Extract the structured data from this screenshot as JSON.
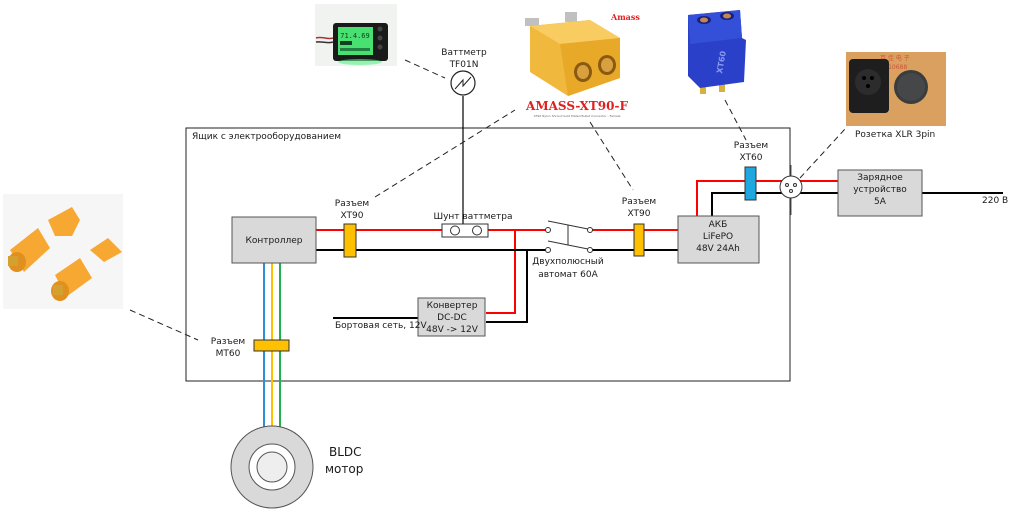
{
  "diagram": {
    "enclosure_label": "Ящик с электрооборудованием",
    "components": {
      "controller": {
        "label": "Контроллер"
      },
      "xt90_left": {
        "line1": "Разъем",
        "line2": "XT90"
      },
      "shunt": {
        "label": "Шунт  ваттметра"
      },
      "wattmeter": {
        "line1": "Ваттметр",
        "line2": "TF01N"
      },
      "breaker": {
        "line1": "Двухполюсный",
        "line2": "автомат 60А"
      },
      "xt90_right": {
        "line1": "Разъем",
        "line2": "XT90"
      },
      "battery": {
        "line1": "АКБ",
        "line2": "LiFePO",
        "line3": "48V 24Ah"
      },
      "xt60": {
        "line1": "Разъем",
        "line2": "XT60"
      },
      "xlr": {
        "label": "Розетка XLR 3pin"
      },
      "charger": {
        "line1": "Зарядное",
        "line2": "устройство",
        "line3": "5А"
      },
      "mains": {
        "label": "220 В"
      },
      "converter": {
        "line1": "Конвертер",
        "line2": "DC-DC",
        "line3": "48V -> 12V"
      },
      "onboard": {
        "label": "Бортовая сеть, 12V"
      },
      "mt60": {
        "line1": "Разъем",
        "line2": "MT60"
      },
      "motor": {
        "line1": "BLDC",
        "line2": "мотор"
      }
    },
    "photos": {
      "wattmeter_photo": {
        "display": "71.4.69"
      },
      "xt90_photo": {
        "brand": "Amass",
        "title": "AMASS-XT90-F",
        "caption": "XT90 Nylon Shroud Gold Plated Bullet Connector - Female"
      },
      "xt60_photo": {
        "marking": "XT60"
      },
      "xlr_photo": {
        "watermark1": "百 佳 电 子",
        "watermark2": "MB 13479510688"
      },
      "mt60_photo": {}
    },
    "colors": {
      "positive": "#ff0000",
      "negative": "#000000",
      "phase_blue": "#2e8fd6",
      "phase_yellow": "#ffc000",
      "phase_green": "#21b04b",
      "box_fill": "#d9d9d9",
      "xt90_fill": "#ffc000",
      "xt60_fill": "#1fa8e0"
    }
  }
}
